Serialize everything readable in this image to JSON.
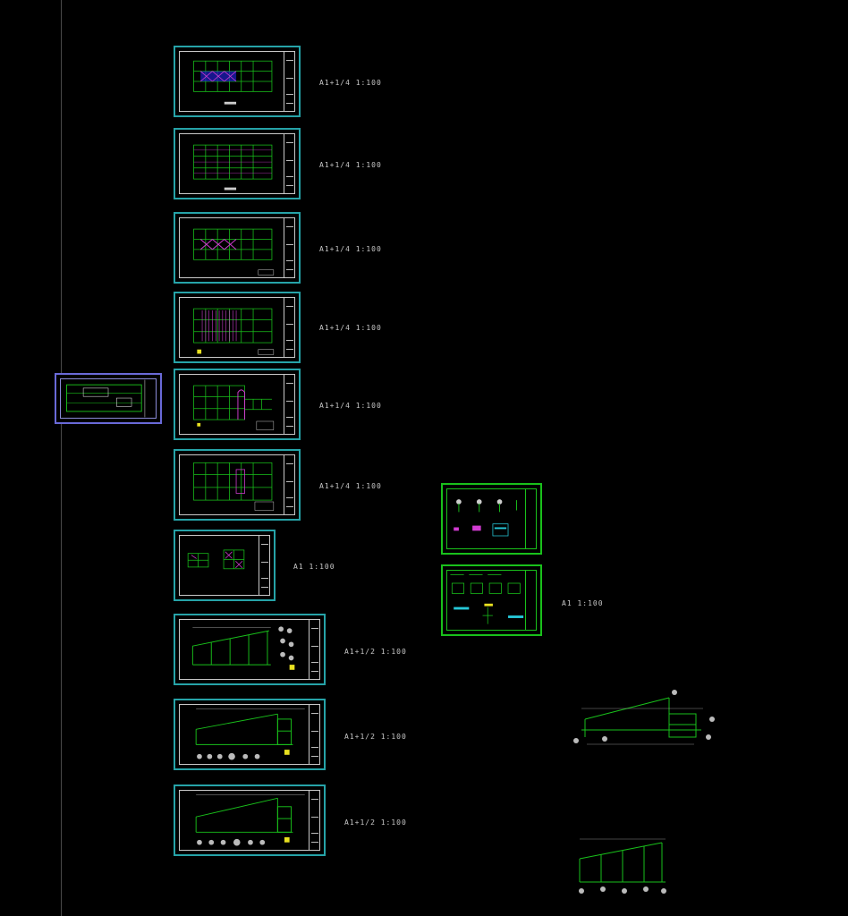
{
  "colors": {
    "background": "#000000",
    "sheet_border": "#26a3a8",
    "grid_green": "#19c11b",
    "accent_magenta": "#d23cd2",
    "accent_blue": "#3c3cf0",
    "text": "#c8c8c8"
  },
  "sheets": [
    {
      "label": "A1+1/4   1:100"
    },
    {
      "label": "A1+1/4   1:100"
    },
    {
      "label": "A1+1/4   1:100"
    },
    {
      "label": "A1+1/4   1:100"
    },
    {
      "label": "A1+1/4   1:100"
    },
    {
      "label": "A1+1/4   1:100"
    },
    {
      "label": "A1   1:100"
    },
    {
      "label": "A1+1/2   1:100"
    },
    {
      "label": "A1+1/2   1:100"
    },
    {
      "label": "A1+1/2   1:100"
    }
  ],
  "detail_sheets": {
    "label": "A1   1:100"
  }
}
